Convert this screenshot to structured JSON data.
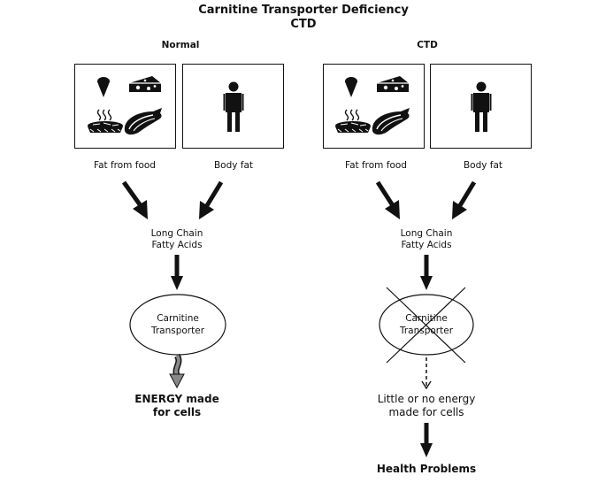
{
  "title_line1": "Carnitine Transporter Deficiency",
  "title_line2": "CTD",
  "normal": {
    "heading": "Normal",
    "fat_from_food": "Fat from food",
    "body_fat": "Body fat",
    "lcfa_line1": "Long Chain",
    "lcfa_line2": "Fatty Acids",
    "transporter_line1": "Carnitine",
    "transporter_line2": "Transporter",
    "outcome_line1": "ENERGY made",
    "outcome_line2": "for cells"
  },
  "ctd": {
    "heading": "CTD",
    "fat_from_food": "Fat from food",
    "body_fat": "Body fat",
    "lcfa_line1": "Long Chain",
    "lcfa_line2": "Fatty Acids",
    "transporter_line1": "Carnitine",
    "transporter_line2": "Transporter",
    "outcome_line1": "Little or no energy",
    "outcome_line2": "made for cells",
    "final": "Health Problems"
  }
}
